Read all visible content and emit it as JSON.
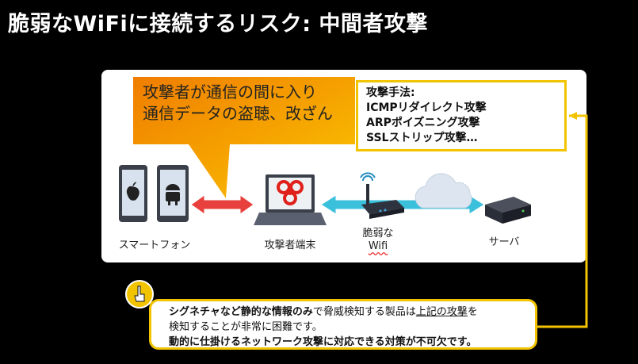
{
  "title": "脆弱なWiFiに接続するリスク: 中間者攻撃",
  "callout": {
    "line1": "攻撃者が通信の間に入り",
    "line2": "通信データの盗聴、改ざん"
  },
  "techniques": {
    "heading": "攻撃手法:",
    "items": [
      "ICMPリダイレクト攻撃",
      "ARPポイズニング攻撃",
      "SSLストリップ攻撃…"
    ]
  },
  "nodes": {
    "smartphone": "スマートフォン",
    "attacker": "攻撃者端末",
    "wifi_line1": "脆弱な",
    "wifi_line2": "Wifi",
    "server": "サーバ"
  },
  "note": {
    "p1_bold": "シグネチャなど静的な情報のみ",
    "p1_normal": "で脅威検知する製品は",
    "p1_underline": "上記の攻撃",
    "p1_end": "を",
    "p2": "検知することが非常に困難です。",
    "p3": "動的に仕掛けるネットワーク攻撃に対応できる対策が不可欠です。"
  },
  "colors": {
    "accent_yellow": "#f2c400",
    "callout_orange": "#f07d00",
    "red_arrow": "#e8403c",
    "cyan_arrow": "#3bc0dc",
    "biohazard": "#e0201a"
  },
  "icons": [
    "apple-icon",
    "android-icon",
    "biohazard-icon",
    "router-icon",
    "cloud-icon",
    "server-icon",
    "hand-pointer-icon"
  ]
}
